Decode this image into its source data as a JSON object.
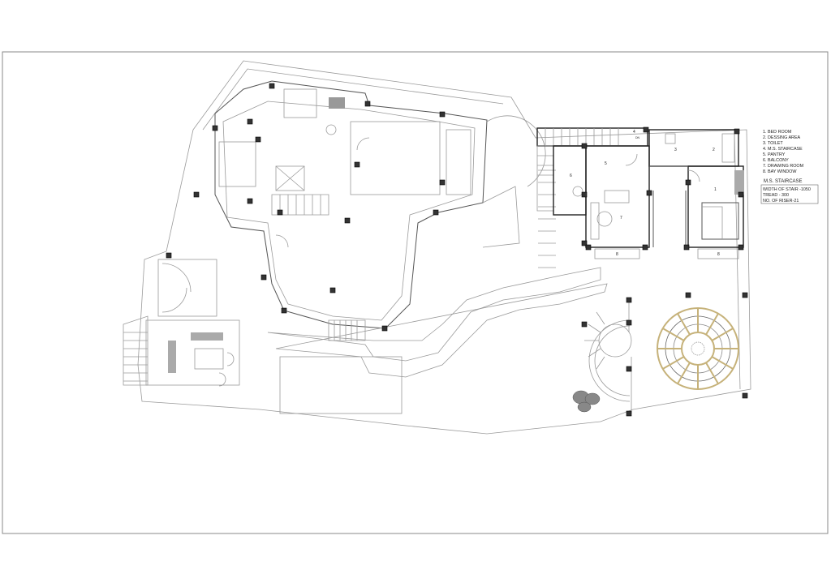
{
  "legend": {
    "items": [
      "1. BED ROOM",
      "2. DESSING AREA",
      "3. TOILET",
      "4. M.S. STAIRCASE",
      "5. PANTRY",
      "6. BALCONY",
      "7. DRAWING ROOM",
      "8. BAY WINDOW"
    ],
    "staircase_title": "M.S. STAIRCASE",
    "staircase_specs": [
      "WIDTH OF STAIR -1050",
      "TREAD - 300",
      "NO. OF RISER-21"
    ]
  },
  "room_labels": {
    "bed_room": "1",
    "dressing": "2",
    "toilet": "3",
    "staircase": "4",
    "pantry": "5",
    "balcony": "6",
    "drawing": "7",
    "bay_left": "8",
    "bay_right": "8",
    "stair_dn": "DN"
  },
  "colors": {
    "pergola": "#c6b27a",
    "column": "#333333",
    "line": "#9a9a9a"
  }
}
